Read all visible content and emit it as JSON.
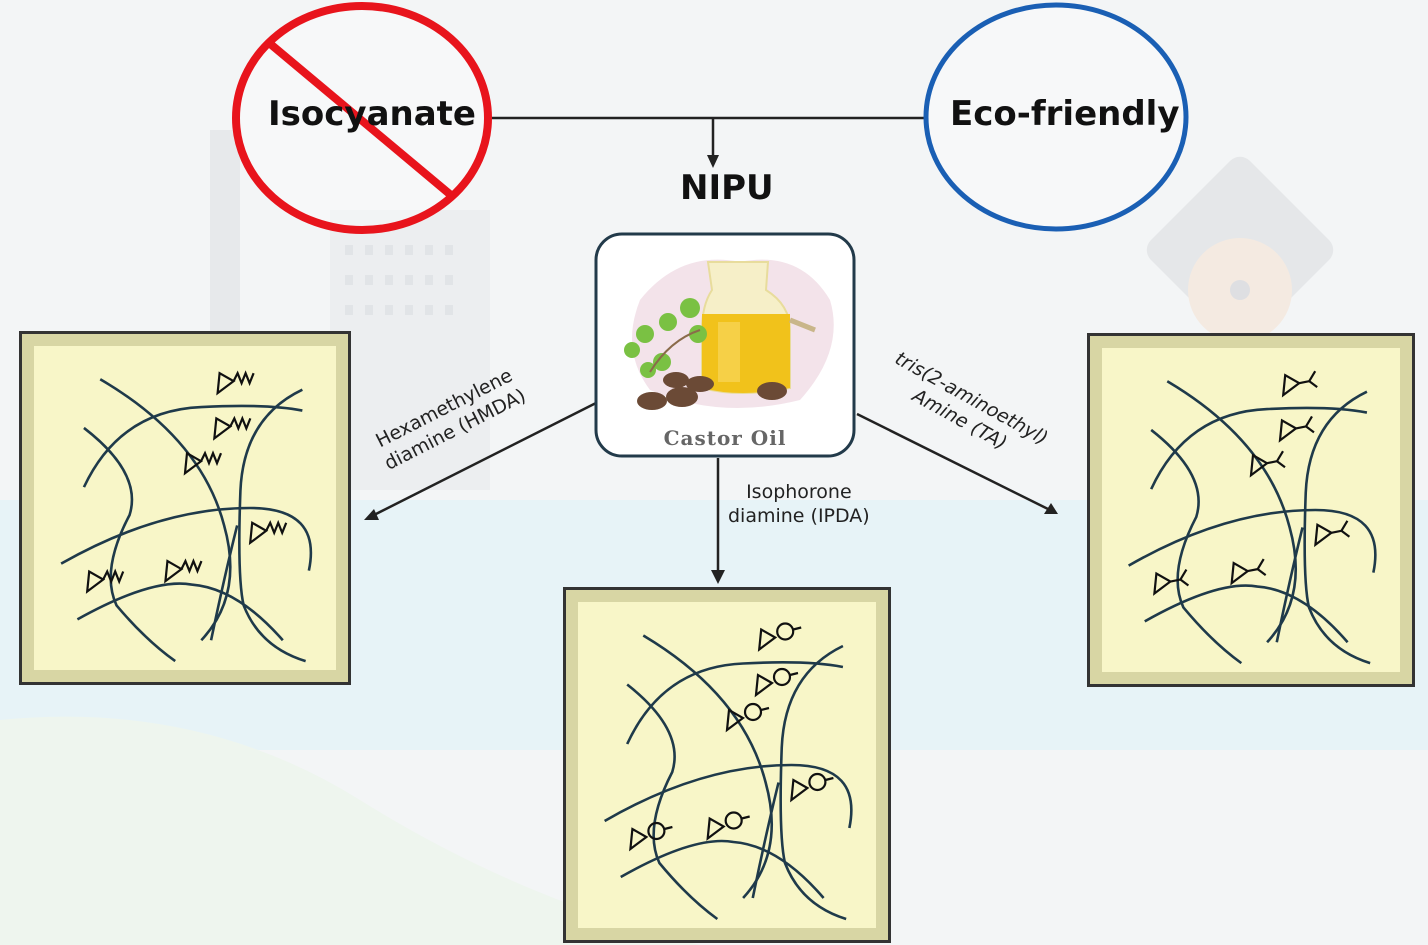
{
  "diagram": {
    "title": "NIPU",
    "excluded": {
      "label": "Isocyanate",
      "symbol": "prohibited",
      "color": "#e8141c"
    },
    "benefit": {
      "label": "Eco-friendly",
      "color": "#1a5fb4"
    },
    "feedstock": {
      "label": "Castor Oil",
      "icon": "castor-oil-jar-icon"
    },
    "routes": [
      {
        "amine": "Hexamethylene diamine (HMDA)",
        "line1": "Hexamethylene",
        "line2": "diamine (HMDA)",
        "crosslinker_motif": "zigzag-chain"
      },
      {
        "amine": "Isophorone diamine (IPDA)",
        "line1": "Isophorone",
        "line2": "diamine (IPDA)",
        "crosslinker_motif": "cyclohexyl-ring"
      },
      {
        "amine": "tris(2-aminoethyl) Amine (TA)",
        "line1": "tris(2-aminoethyl)",
        "line2": "Amine (TA)",
        "crosslinker_motif": "branched-tri-amine"
      }
    ]
  },
  "colors": {
    "panel_fill": "#f8f6c8",
    "network_line": "#1f3a4a",
    "background": "#f3f5f6"
  }
}
